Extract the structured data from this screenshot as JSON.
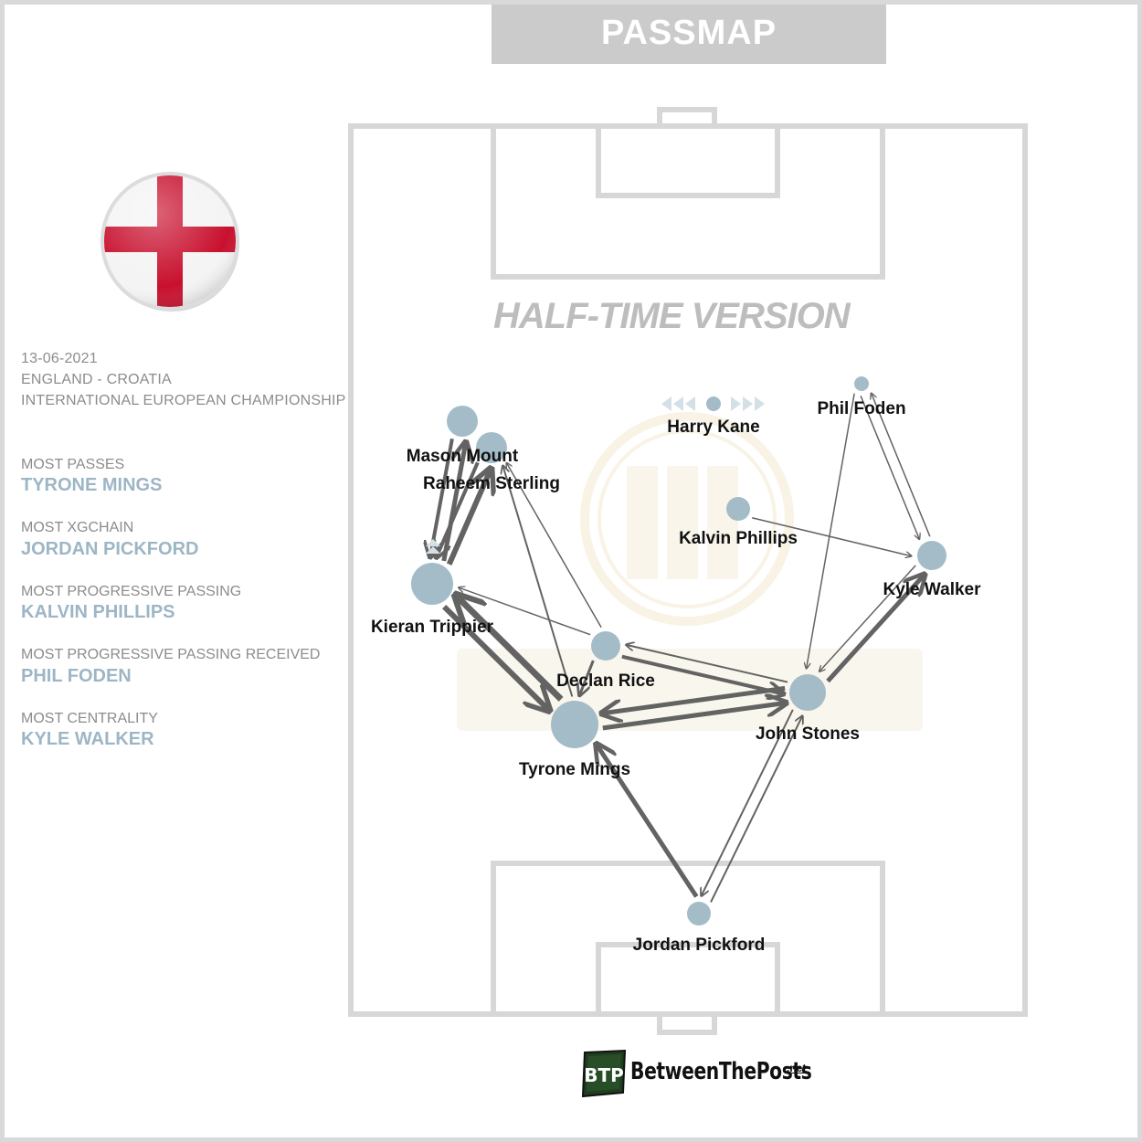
{
  "header": {
    "title": "PASSMAP"
  },
  "version_label": "HALF-TIME VERSION",
  "match": {
    "date": "13-06-2021",
    "fixture": "ENGLAND - CROATIA",
    "competition": "INTERNATIONAL EUROPEAN CHAMPIONSHIP"
  },
  "stats": [
    {
      "label": "MOST PASSES",
      "value": "TYRONE MINGS"
    },
    {
      "label": "MOST XGCHAIN",
      "value": "JORDAN PICKFORD"
    },
    {
      "label": "MOST PROGRESSIVE PASSING",
      "value": "KALVIN PHILLIPS"
    },
    {
      "label": "MOST PROGRESSIVE PASSING RECEIVED",
      "value": "PHIL FODEN"
    },
    {
      "label": "MOST CENTRALITY",
      "value": "KYLE WALKER"
    }
  ],
  "brand": {
    "logo_text": "BTP",
    "name": "BetweenThePosts",
    "suffix": ".net"
  },
  "colors": {
    "node": "#a3bcc8",
    "edge": "#636363",
    "pitch_line": "#d7d7d7",
    "accent": "#9db6c5"
  },
  "icons": {
    "flag": "england-flag-icon",
    "logo": "btp-logo-icon"
  },
  "network": {
    "players": [
      {
        "id": "mount",
        "name": "Mason Mount",
        "size": 17
      },
      {
        "id": "sterling",
        "name": "Raheem Sterling",
        "size": 17
      },
      {
        "id": "kane",
        "name": "Harry Kane",
        "size": 8
      },
      {
        "id": "foden",
        "name": "Phil Foden",
        "size": 8
      },
      {
        "id": "phillips",
        "name": "Kalvin Phillips",
        "size": 13
      },
      {
        "id": "walker",
        "name": "Kyle Walker",
        "size": 16
      },
      {
        "id": "trippier",
        "name": "Kieran Trippier",
        "size": 23
      },
      {
        "id": "rice",
        "name": "Declan Rice",
        "size": 16
      },
      {
        "id": "stones",
        "name": "John Stones",
        "size": 20
      },
      {
        "id": "mings",
        "name": "Tyrone Mings",
        "size": 26
      },
      {
        "id": "pickford",
        "name": "Jordan Pickford",
        "size": 13
      }
    ],
    "passes": [
      {
        "from": "trippier",
        "to": "mount",
        "weight": 5
      },
      {
        "from": "mount",
        "to": "trippier",
        "weight": 4
      },
      {
        "from": "trippier",
        "to": "sterling",
        "weight": 6
      },
      {
        "from": "sterling",
        "to": "trippier",
        "weight": 4
      },
      {
        "from": "mings",
        "to": "trippier",
        "weight": 7
      },
      {
        "from": "trippier",
        "to": "mings",
        "weight": 6
      },
      {
        "from": "mings",
        "to": "sterling",
        "weight": 2
      },
      {
        "from": "rice",
        "to": "sterling",
        "weight": 1.5
      },
      {
        "from": "rice",
        "to": "trippier",
        "weight": 1.5
      },
      {
        "from": "mings",
        "to": "stones",
        "weight": 5
      },
      {
        "from": "stones",
        "to": "mings",
        "weight": 5
      },
      {
        "from": "rice",
        "to": "stones",
        "weight": 4
      },
      {
        "from": "stones",
        "to": "rice",
        "weight": 2
      },
      {
        "from": "rice",
        "to": "mings",
        "weight": 3
      },
      {
        "from": "stones",
        "to": "walker",
        "weight": 5
      },
      {
        "from": "walker",
        "to": "stones",
        "weight": 1.5
      },
      {
        "from": "foden",
        "to": "stones",
        "weight": 1.5
      },
      {
        "from": "foden",
        "to": "walker",
        "weight": 1.5
      },
      {
        "from": "walker",
        "to": "foden",
        "weight": 1.5
      },
      {
        "from": "phillips",
        "to": "walker",
        "weight": 1.5
      },
      {
        "from": "pickford",
        "to": "mings",
        "weight": 5
      },
      {
        "from": "pickford",
        "to": "stones",
        "weight": 2
      },
      {
        "from": "stones",
        "to": "pickford",
        "weight": 2
      }
    ]
  }
}
